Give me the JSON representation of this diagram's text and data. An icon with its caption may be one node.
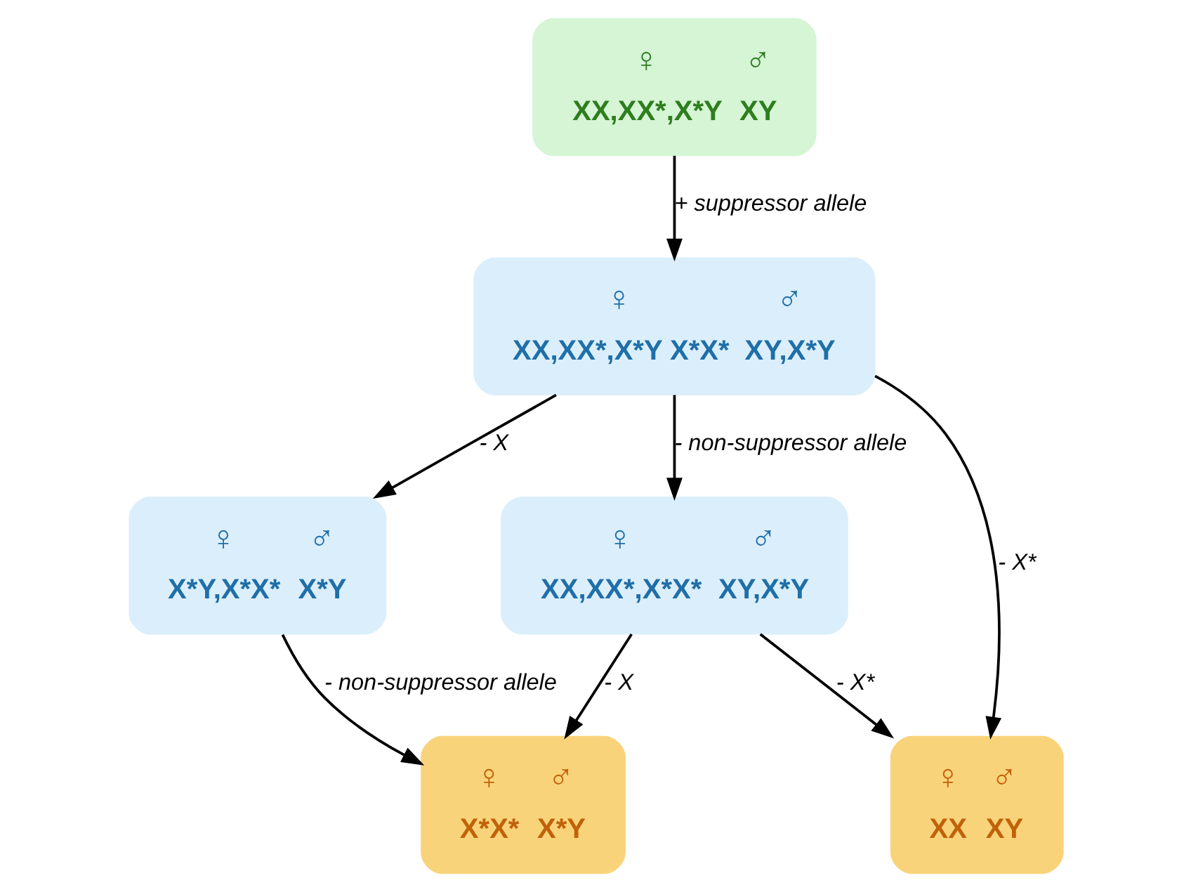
{
  "diagram": {
    "nodes": [
      {
        "text": [
          "♀",
          "XX,XX*,X*Y",
          "♂",
          "XY"
        ]
      },
      {
        "text": [
          "♀",
          "XX,XX*,X*Y X*X*",
          "♂",
          "XY,X*Y"
        ]
      },
      {
        "text": [
          "♀",
          "X*Y,X*X*",
          "♂",
          "X*Y"
        ]
      },
      {
        "text": [
          "♀",
          "XX,XX*,X*X*",
          "♂",
          "XY,X*Y"
        ]
      },
      {
        "text": [
          "♀",
          "X*X*",
          "♂",
          "X*Y"
        ]
      },
      {
        "text": [
          "♀",
          "XX",
          "♂",
          "XY"
        ]
      }
    ],
    "edges": [
      {
        "from": 0,
        "to": 1,
        "arrow": "to",
        "label": "+ suppressor allele"
      },
      {
        "from": 1,
        "to": 2,
        "arrow": "to",
        "label": "- X"
      },
      {
        "from": 1,
        "to": 5,
        "arrow": "to",
        "label": "- X*"
      },
      {
        "from": 1,
        "to": 3,
        "arrow": "to",
        "label": "- non-suppressor allele"
      },
      {
        "from": 2,
        "to": 4,
        "arrow": "to",
        "label": "- non-suppressor allele"
      },
      {
        "from": 3,
        "to": 4,
        "arrow": "to",
        "label": "- X"
      },
      {
        "from": 3,
        "to": 5,
        "arrow": "to",
        "label": "- X*"
      }
    ]
  }
}
